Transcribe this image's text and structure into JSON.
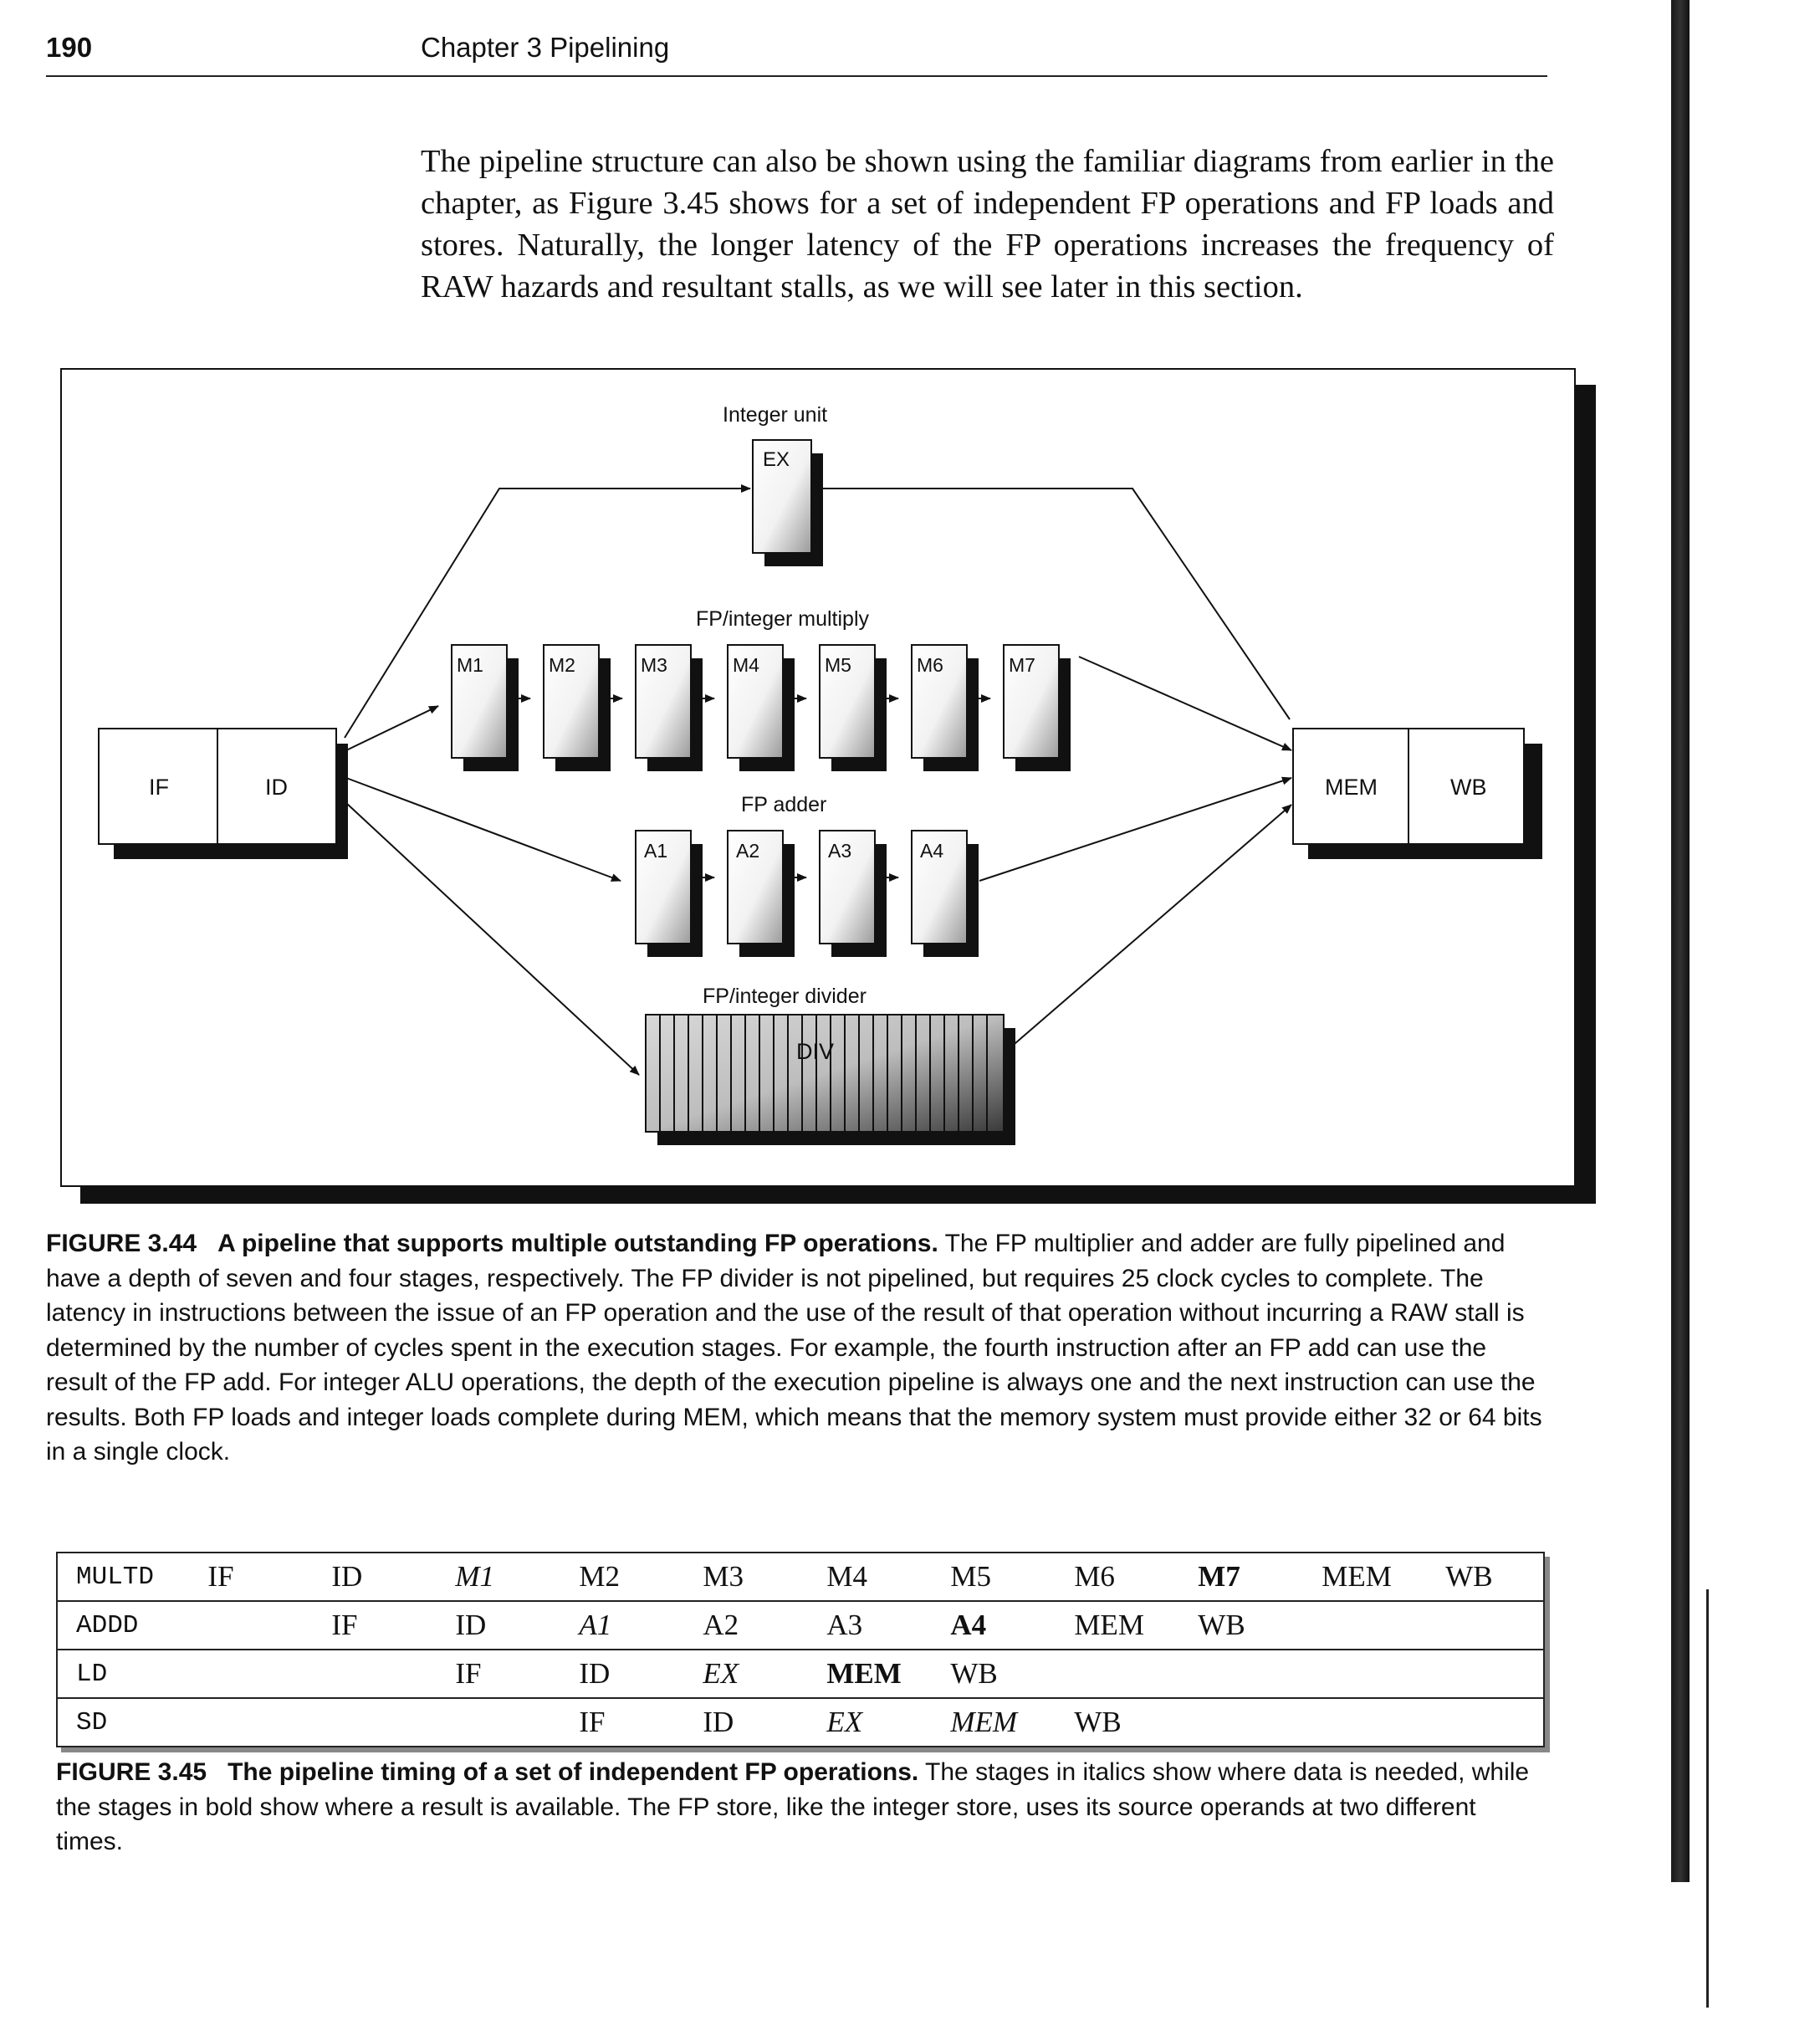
{
  "header": {
    "page_number": "190",
    "chapter": "Chapter 3  Pipelining"
  },
  "intro_paragraph": "The pipeline structure can also be shown using the familiar diagrams from earlier in the chapter, as Figure 3.45 shows for a set of independent FP operations and FP loads and stores. Naturally, the longer latency of the FP operations increases the frequency of RAW hazards and resultant stalls, as we will see later in this section.",
  "diagram": {
    "integer_unit_label": "Integer unit",
    "ex_label": "EX",
    "multiply_label": "FP/integer multiply",
    "multiply_stages": [
      "M1",
      "M2",
      "M3",
      "M4",
      "M5",
      "M6",
      "M7"
    ],
    "adder_label": "FP adder",
    "adder_stages": [
      "A1",
      "A2",
      "A3",
      "A4"
    ],
    "divider_label": "FP/integer divider",
    "div_label": "DIV",
    "if_label": "IF",
    "id_label": "ID",
    "mem_label": "MEM",
    "wb_label": "WB"
  },
  "figure_344": {
    "number": "FIGURE 3.44",
    "title": "A pipeline that supports multiple outstanding FP operations.",
    "body": "The FP multiplier and adder are fully pipelined and have a depth of seven and four stages, respectively. The FP divider is not pipelined, but requires 25 clock cycles to complete. The latency in instructions between the issue of an FP operation and the use of the result of that operation without incurring a RAW stall is determined by the number of cycles spent in the execution stages. For example, the fourth instruction after an FP add can use the result of the FP add. For integer ALU operations, the depth of the execution pipeline is always one and the next instruction can use the results. Both FP loads and integer loads complete during MEM, which means that the memory system must provide either 32 or 64 bits in a single clock."
  },
  "timing_table": {
    "rows": [
      {
        "instr": "MULTD",
        "cells": [
          {
            "t": "IF",
            "s": ""
          },
          {
            "t": "ID",
            "s": ""
          },
          {
            "t": "M1",
            "s": "i"
          },
          {
            "t": "M2",
            "s": ""
          },
          {
            "t": "M3",
            "s": ""
          },
          {
            "t": "M4",
            "s": ""
          },
          {
            "t": "M5",
            "s": ""
          },
          {
            "t": "M6",
            "s": ""
          },
          {
            "t": "M7",
            "s": "b"
          },
          {
            "t": "MEM",
            "s": ""
          },
          {
            "t": "WB",
            "s": ""
          }
        ]
      },
      {
        "instr": "ADDD",
        "cells": [
          {
            "t": "",
            "s": ""
          },
          {
            "t": "IF",
            "s": ""
          },
          {
            "t": "ID",
            "s": ""
          },
          {
            "t": "A1",
            "s": "i"
          },
          {
            "t": "A2",
            "s": ""
          },
          {
            "t": "A3",
            "s": ""
          },
          {
            "t": "A4",
            "s": "b"
          },
          {
            "t": "MEM",
            "s": ""
          },
          {
            "t": "WB",
            "s": ""
          },
          {
            "t": "",
            "s": ""
          },
          {
            "t": "",
            "s": ""
          }
        ]
      },
      {
        "instr": "LD",
        "cells": [
          {
            "t": "",
            "s": ""
          },
          {
            "t": "",
            "s": ""
          },
          {
            "t": "IF",
            "s": ""
          },
          {
            "t": "ID",
            "s": ""
          },
          {
            "t": "EX",
            "s": "i"
          },
          {
            "t": "MEM",
            "s": "b"
          },
          {
            "t": "WB",
            "s": ""
          },
          {
            "t": "",
            "s": ""
          },
          {
            "t": "",
            "s": ""
          },
          {
            "t": "",
            "s": ""
          },
          {
            "t": "",
            "s": ""
          }
        ]
      },
      {
        "instr": "SD",
        "cells": [
          {
            "t": "",
            "s": ""
          },
          {
            "t": "",
            "s": ""
          },
          {
            "t": "",
            "s": ""
          },
          {
            "t": "IF",
            "s": ""
          },
          {
            "t": "ID",
            "s": ""
          },
          {
            "t": "EX",
            "s": "i"
          },
          {
            "t": "MEM",
            "s": "i"
          },
          {
            "t": "WB",
            "s": ""
          },
          {
            "t": "",
            "s": ""
          },
          {
            "t": "",
            "s": ""
          },
          {
            "t": "",
            "s": ""
          }
        ]
      }
    ]
  },
  "figure_345": {
    "number": "FIGURE 3.45",
    "title": "The pipeline timing of a set of independent FP operations.",
    "body": "The stages in italics show where data is needed, while the stages in bold show where a result is available. The FP store, like the integer store, uses its source operands at two different times."
  }
}
